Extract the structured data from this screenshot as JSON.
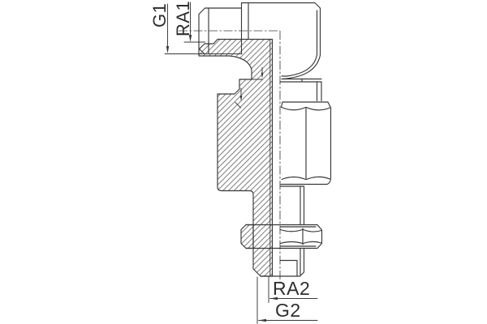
{
  "drawing": {
    "type": "technical-half-section",
    "background_color": "#ffffff",
    "line_color": "#383838",
    "hatch_color": "#4a4a4a",
    "dimensions": {
      "g1": {
        "label": "G1",
        "orientation": "vertical",
        "position": "top-left"
      },
      "ra1": {
        "label": "RA1",
        "orientation": "vertical",
        "position": "top-left"
      },
      "ra2": {
        "label": "RA2",
        "orientation": "horizontal",
        "position": "bottom"
      },
      "g2": {
        "label": "G2",
        "orientation": "horizontal",
        "position": "bottom"
      }
    }
  }
}
